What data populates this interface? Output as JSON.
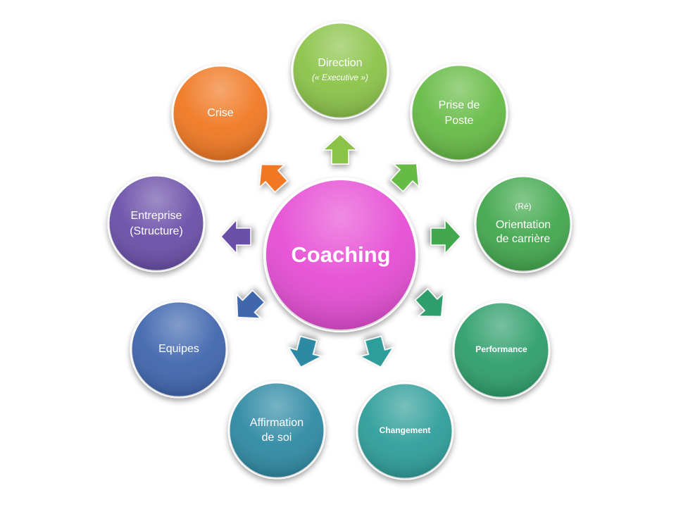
{
  "hub": {
    "label": "Coaching",
    "color": "#e64ed4"
  },
  "nodes": [
    {
      "id": "direction",
      "line1": "Direction",
      "line2": "(« Executive »)",
      "color": "#8bc34a"
    },
    {
      "id": "prise",
      "line1": "Prise de",
      "line2": "Poste",
      "color": "#66bb45"
    },
    {
      "id": "orientation",
      "line0": "(Ré)",
      "line1": "Orientation",
      "line2": "de carrière",
      "color": "#43a84e"
    },
    {
      "id": "performance",
      "line1": "Performance",
      "color": "#2f9e6c"
    },
    {
      "id": "changement",
      "line1": "Changement",
      "color": "#2f9e9a"
    },
    {
      "id": "affirmation",
      "line1": "Affirmation",
      "line2": "de soi",
      "color": "#2e8aa4"
    },
    {
      "id": "equipes",
      "line1": "Equipes",
      "color": "#3f66ae"
    },
    {
      "id": "entreprise",
      "line1": "Entreprise",
      "line2": "(Structure)",
      "color": "#6a4fa8"
    },
    {
      "id": "crise",
      "line1": "Crise",
      "color": "#f07820"
    }
  ]
}
